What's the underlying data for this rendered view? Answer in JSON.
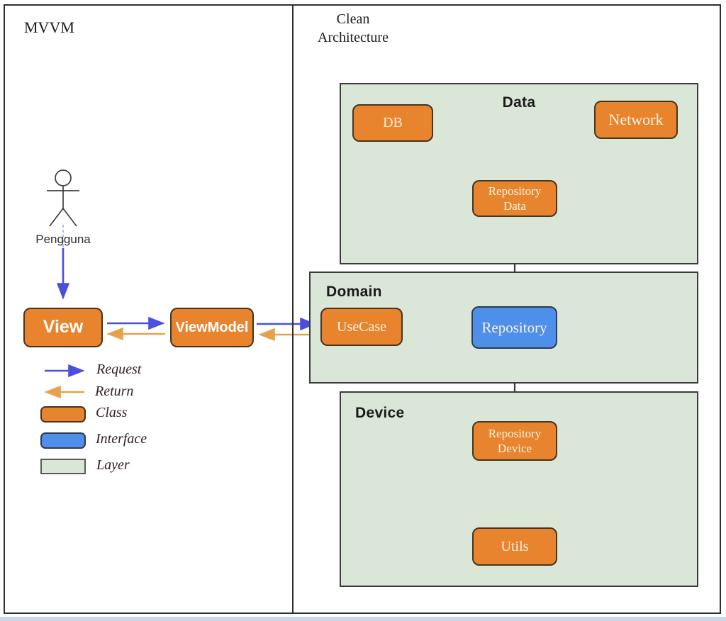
{
  "mvvm": {
    "title": "MVVM",
    "actor": {
      "label": "Pengguna"
    },
    "nodes": {
      "view": "View",
      "viewmodel": "ViewModel"
    },
    "legend": {
      "request": "Request",
      "return": "Return",
      "class": "Class",
      "interface": "Interface",
      "layer": "Layer"
    }
  },
  "clean": {
    "title": "Clean\nArchitecture",
    "layers": {
      "data": {
        "label": "Data",
        "nodes": {
          "db": "DB",
          "network": "Network",
          "repository_data": "Repository\nData"
        }
      },
      "domain": {
        "label": "Domain",
        "nodes": {
          "usecase": "UseCase",
          "repository": "Repository"
        }
      },
      "device": {
        "label": "Device",
        "nodes": {
          "repository_device": "Repository\nDevice",
          "utils": "Utils"
        }
      }
    }
  },
  "colors": {
    "class_fill": "#E8842E",
    "interface_fill": "#4E8FE9",
    "layer_fill": "#DAE6D8",
    "request_arrow": "#4B4FDF",
    "return_arrow": "#E7A14C",
    "connector_line": "#3F3A35",
    "legend_text": "#302126"
  }
}
